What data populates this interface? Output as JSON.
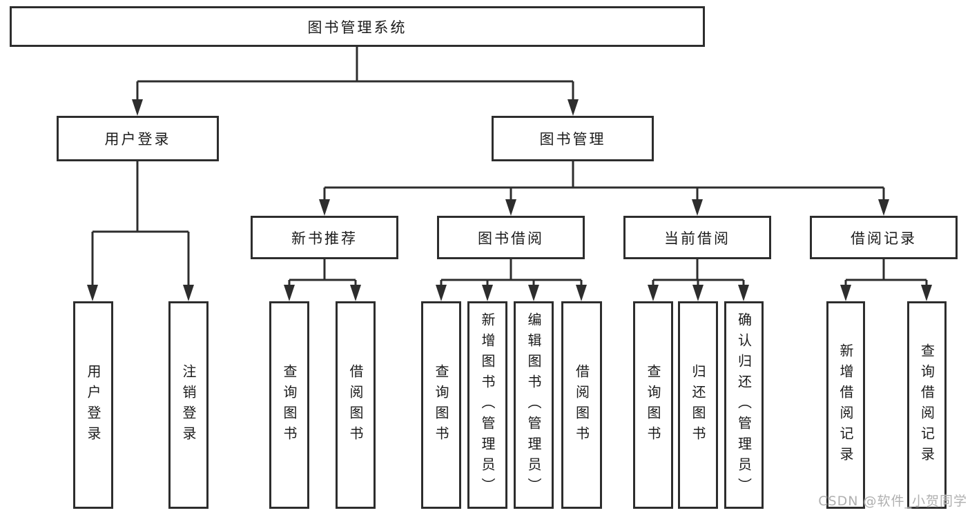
{
  "colors": {
    "line": "#2d2d2d",
    "text": "#1b1b1b",
    "watermark": "#b0b0b0",
    "background": "#ffffff"
  },
  "nodes": {
    "root": {
      "label": "图书管理系统"
    },
    "user_login": {
      "label": "用户登录"
    },
    "book_mgmt": {
      "label": "图书管理"
    },
    "new_book_rec": {
      "label": "新书推荐"
    },
    "book_borrow": {
      "label": "图书借阅"
    },
    "current_borrow": {
      "label": "当前借阅"
    },
    "borrow_records": {
      "label": "借阅记录"
    },
    "leaf_user_login": {
      "label": "用户登录"
    },
    "leaf_logout": {
      "label": "注销登录"
    },
    "leaf_rec_query_book": {
      "label": "查询图书"
    },
    "leaf_rec_borrow_book": {
      "label": "借阅图书"
    },
    "leaf_bb_query_book": {
      "label": "查询图书"
    },
    "leaf_bb_add_book": {
      "label": "新增图书（管理员）"
    },
    "leaf_bb_edit_book": {
      "label": "编辑图书（管理员）"
    },
    "leaf_bb_borrow_book": {
      "label": "借阅图书"
    },
    "leaf_cb_query_book": {
      "label": "查询图书"
    },
    "leaf_cb_return_book": {
      "label": "归还图书"
    },
    "leaf_cb_confirm_return": {
      "label": "确认归还（管理员）"
    },
    "leaf_br_add_record": {
      "label": "新增借阅记录"
    },
    "leaf_br_query_record": {
      "label": "查询借阅记录"
    }
  },
  "watermark": {
    "text": "CSDN @软件_小贺同学"
  }
}
